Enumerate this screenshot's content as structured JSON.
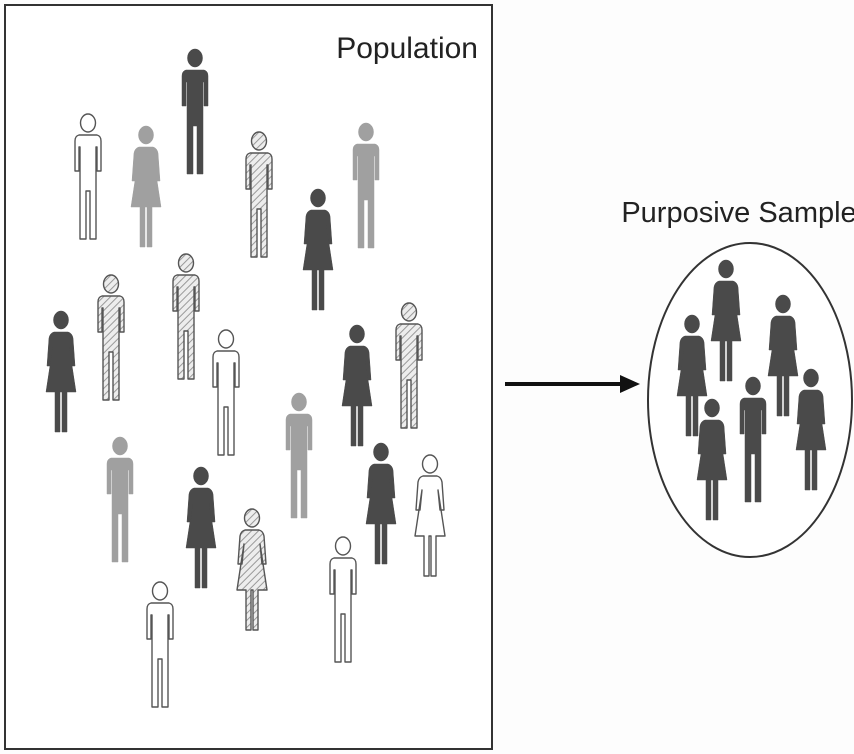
{
  "population": {
    "label": "Population"
  },
  "sample": {
    "label": "Purposive Sample"
  },
  "figures": {
    "population": [
      {
        "kind": "male",
        "shade": "white"
      },
      {
        "kind": "female",
        "shade": "gray"
      },
      {
        "kind": "male",
        "shade": "dark"
      },
      {
        "kind": "male",
        "shade": "hatched"
      },
      {
        "kind": "male",
        "shade": "gray"
      },
      {
        "kind": "female",
        "shade": "dark"
      },
      {
        "kind": "male",
        "shade": "hatched"
      },
      {
        "kind": "male",
        "shade": "hatched"
      },
      {
        "kind": "female",
        "shade": "dark"
      },
      {
        "kind": "male",
        "shade": "white"
      },
      {
        "kind": "female",
        "shade": "dark"
      },
      {
        "kind": "male",
        "shade": "hatched"
      },
      {
        "kind": "male",
        "shade": "gray"
      },
      {
        "kind": "male",
        "shade": "gray"
      },
      {
        "kind": "female",
        "shade": "dark"
      },
      {
        "kind": "female",
        "shade": "dark"
      },
      {
        "kind": "female",
        "shade": "white"
      },
      {
        "kind": "female",
        "shade": "hatched"
      },
      {
        "kind": "male",
        "shade": "white"
      },
      {
        "kind": "male",
        "shade": "white"
      }
    ],
    "sample": [
      {
        "kind": "female",
        "shade": "dark"
      },
      {
        "kind": "female",
        "shade": "dark"
      },
      {
        "kind": "female",
        "shade": "dark"
      },
      {
        "kind": "female",
        "shade": "dark"
      },
      {
        "kind": "male",
        "shade": "dark"
      },
      {
        "kind": "female",
        "shade": "dark"
      }
    ]
  },
  "colors": {
    "dark": "#4a4a4a",
    "gray": "#a0a0a0",
    "white": "#ffffff",
    "hatched": "#cfcfcf",
    "outline": "#555555"
  }
}
